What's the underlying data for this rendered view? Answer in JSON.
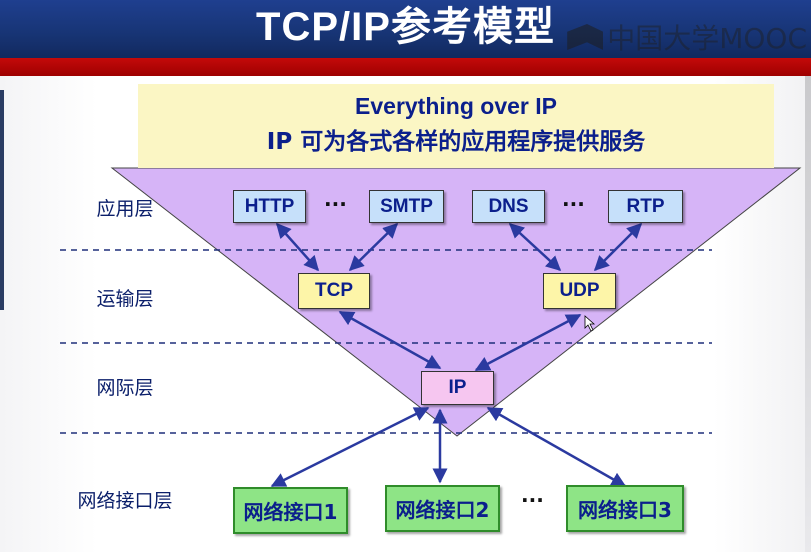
{
  "title": "TCP/IP参考模型",
  "watermark": "中国大学MOOC",
  "banner": {
    "line1": "Everything over IP",
    "line2": "IP 可为各式各样的应用程序提供服务"
  },
  "layers": {
    "application": "应用层",
    "transport": "运输层",
    "internet": "网际层",
    "network_interface": "网络接口层"
  },
  "application_protocols": [
    "HTTP",
    "SMTP",
    "DNS",
    "RTP"
  ],
  "transport_protocols": [
    "TCP",
    "UDP"
  ],
  "internet_protocol": "IP",
  "network_interfaces": [
    "网络接口1",
    "网络接口2",
    "网络接口3"
  ],
  "ellipsis": "···",
  "colors": {
    "header": "#1f3f8f",
    "red_bar": "#c40a0a",
    "banner": "#fbf6c4",
    "triangle": "#d6b4f7",
    "app_box": "#c6e0fa",
    "transport_box": "#fdf5a8",
    "ip_box": "#f6c6f0",
    "net_box": "#8ee486",
    "arrow": "#2b3aa0"
  }
}
